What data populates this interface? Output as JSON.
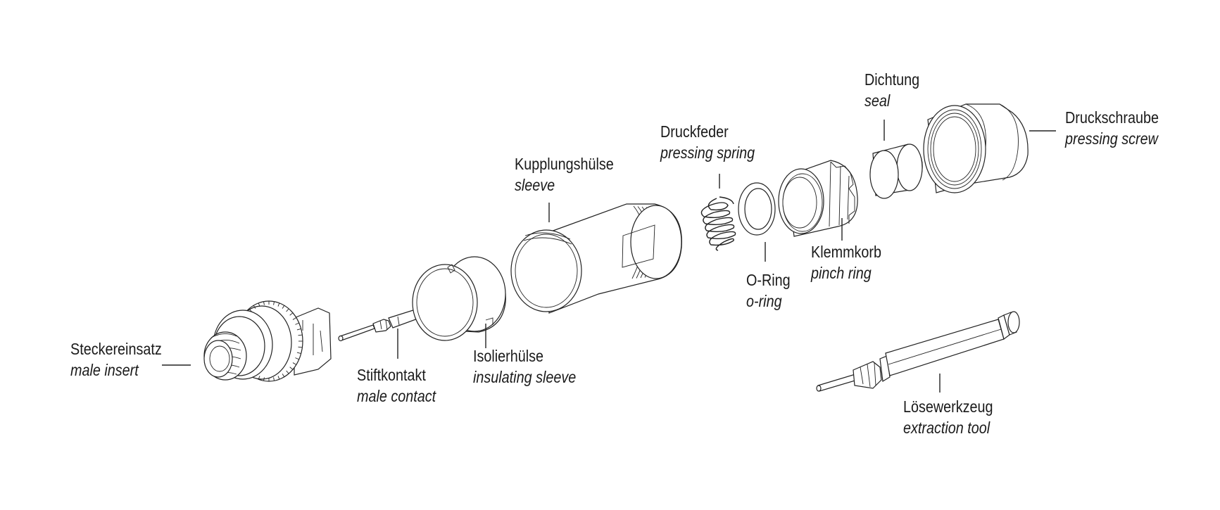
{
  "parts": {
    "male_insert": {
      "de": "Steckereinsatz",
      "en": "male insert"
    },
    "male_contact": {
      "de": "Stiftkontakt",
      "en": "male contact"
    },
    "insulating_sleeve": {
      "de": "Isolierhülse",
      "en": "insulating sleeve"
    },
    "sleeve": {
      "de": "Kupplungshülse",
      "en": "sleeve"
    },
    "pressing_spring": {
      "de": "Druckfeder",
      "en": "pressing spring"
    },
    "o_ring": {
      "de": "O-Ring",
      "en": "o-ring"
    },
    "pinch_ring": {
      "de": "Klemmkorb",
      "en": "pinch ring"
    },
    "seal": {
      "de": "Dichtung",
      "en": "seal"
    },
    "pressing_screw": {
      "de": "Druckschraube",
      "en": "pressing screw"
    },
    "extraction_tool": {
      "de": "Lösewerkzeug",
      "en": "extraction tool"
    }
  }
}
